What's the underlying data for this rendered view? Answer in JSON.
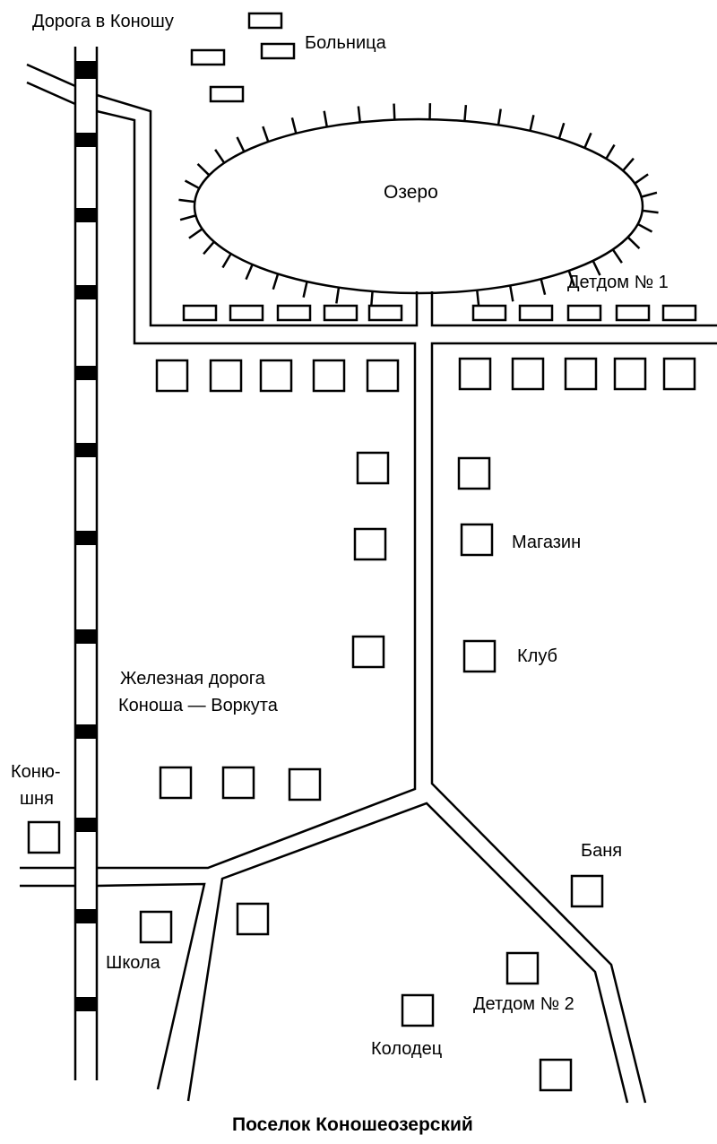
{
  "colors": {
    "ink": "#000000",
    "paper": "#ffffff"
  },
  "labels": {
    "road_to_konosha": "Дорога в Коношу",
    "hospital": "Больница",
    "lake": "Озеро",
    "orphanage_1": "Детдом  № 1",
    "shop": "Магазин",
    "club": "Клуб",
    "railway_line1": "Железная  дорога",
    "railway_line2": "Коноша — Воркута",
    "stable_line1": "Коню-",
    "stable_line2": "шня",
    "bathhouse": "Баня",
    "school": "Школа",
    "orphanage_2": "Детдом  № 2",
    "well": "Колодец",
    "caption": "Поселок  Коношеозерский"
  }
}
